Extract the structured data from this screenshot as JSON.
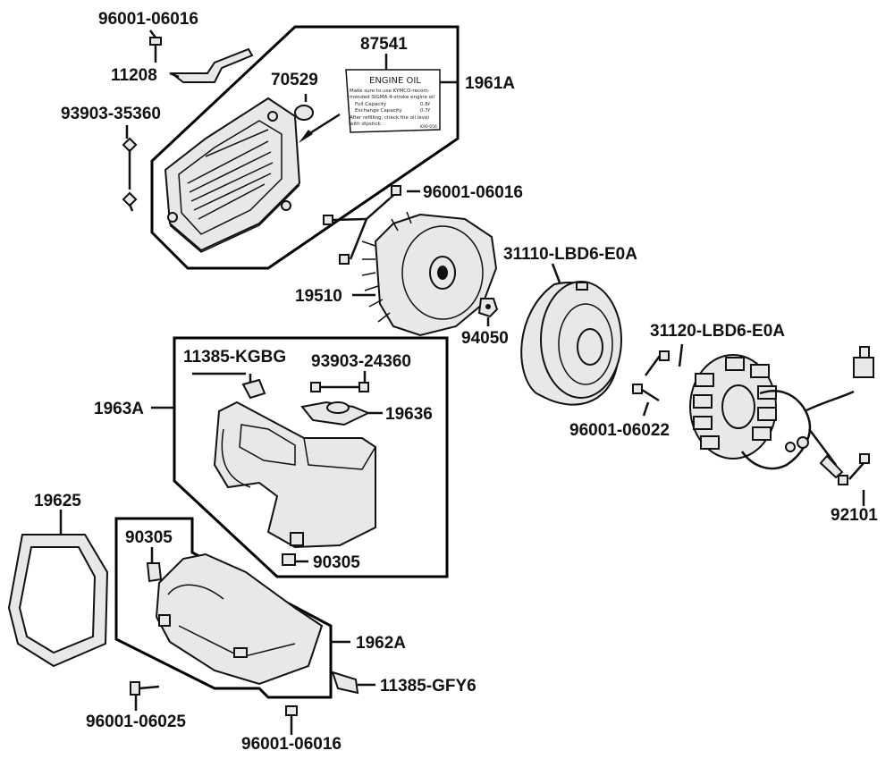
{
  "part_labels": {
    "p_96001_06016_a": "96001-06016",
    "p_11208": "11208",
    "p_93903_35360": "93903-35360",
    "p_70529": "70529",
    "p_87541": "87541",
    "p_1961A": "1961A",
    "p_96001_06016_b": "96001-06016",
    "p_31110": "31110-LBD6-E0A",
    "p_19510": "19510",
    "p_94050": "94050",
    "p_31120": "31120-LBD6-E0A",
    "p_11385_KGBG": "11385-KGBG",
    "p_93903_24360": "93903-24360",
    "p_1963A": "1963A",
    "p_19636": "19636",
    "p_96001_06022": "96001-06022",
    "p_19625": "19625",
    "p_90305_a": "90305",
    "p_90305_b": "90305",
    "p_1962A": "1962A",
    "p_11385_GFY6": "11385-GFY6",
    "p_92101": "92101",
    "p_96001_06025": "96001-06025",
    "p_96001_06016_c": "96001-06016"
  },
  "oil_label": {
    "title": "ENGINE OIL",
    "line1": "Make sure to use KYMCO-recom-",
    "line2": "mended SIGMA 4-stroke engine oil",
    "line3": "Full Capacity",
    "line3_val": "0.8ℓ",
    "line4": "Exchange Capacity",
    "line4_val": "0.7ℓ",
    "line5": "After refilling, check the oil level",
    "line6": "with dipstick.",
    "code": "K90-656"
  },
  "colors": {
    "ink": "#111111",
    "part_fill": "#e8e8e8",
    "background": "#ffffff"
  }
}
